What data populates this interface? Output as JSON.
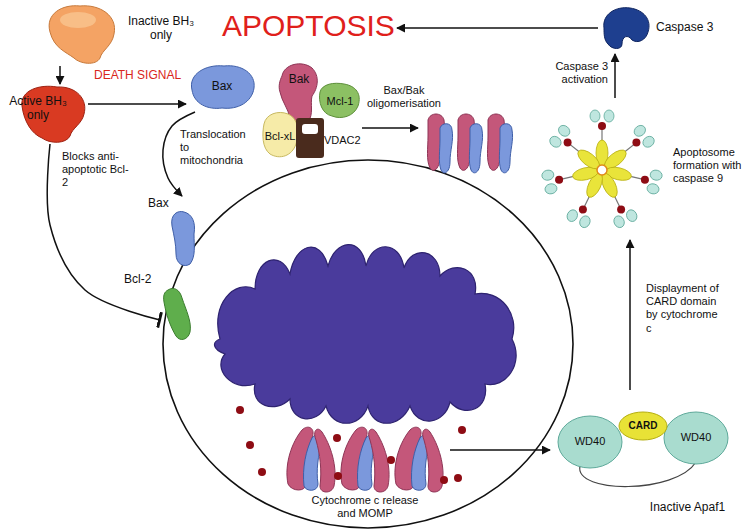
{
  "diagram": {
    "nodes": [
      {
        "text": [
          "Inactive BH₃ only"
        ]
      },
      {
        "text": [
          "Active BH₃ only"
        ]
      },
      {
        "text": [
          "Bax"
        ]
      },
      {
        "text": [
          "Bax"
        ]
      },
      {
        "text": [
          "Bcl-2"
        ]
      },
      {
        "text": [
          "Bak",
          "Mcl-1",
          "Bcl-xL",
          "VDAC2"
        ]
      },
      {
        "text": [
          "Bax/Bak oligomerisation"
        ]
      },
      {
        "text": [
          "Cytochrome c release and MOMP"
        ]
      },
      {
        "text": [
          "WD40",
          "CARD",
          "WD40",
          "Inactive Apaf1"
        ]
      },
      {
        "text": [
          "Apoptosome formation with caspase 9"
        ]
      },
      {
        "text": [
          "Caspase 3"
        ]
      },
      {
        "text": [
          "APOPTOSIS"
        ]
      }
    ],
    "edges": [
      {
        "from": 0,
        "to": 1,
        "arrow": "to",
        "label": "DEATH SIGNAL"
      },
      {
        "from": 1,
        "to": 2,
        "arrow": "to"
      },
      {
        "from": 1,
        "to": 4,
        "arrow": "to",
        "label": "Blocks anti-apoptotic Bcl-2"
      },
      {
        "from": 2,
        "to": 3,
        "arrow": "to",
        "label": "Translocation to mitochondria"
      },
      {
        "from": 5,
        "to": 6,
        "arrow": "to"
      },
      {
        "from": 7,
        "to": 8,
        "arrow": "to"
      },
      {
        "from": 8,
        "to": 9,
        "arrow": "to",
        "label": "Displayment of CARD domain by cytochrome c"
      },
      {
        "from": 9,
        "to": 10,
        "arrow": "to",
        "label": "Caspase 3 activation"
      },
      {
        "from": 10,
        "to": 11,
        "arrow": "to"
      }
    ]
  }
}
